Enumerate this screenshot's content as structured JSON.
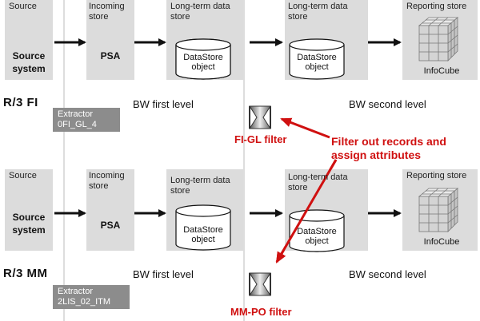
{
  "top_row": {
    "source": {
      "title": "Source",
      "main": "Source system"
    },
    "incoming": {
      "title": "Incoming store",
      "main": "PSA"
    },
    "longterm": {
      "title": "Long-term data store",
      "object": "DataStore object"
    },
    "longterm2": {
      "title": "Long-term data store",
      "object": "DataStore object"
    },
    "reporting": {
      "title": "Reporting store",
      "cube": "InfoCube"
    },
    "system_label": "R/3 FI",
    "first_level": "BW first level",
    "second_level": "BW second level",
    "extractor": "Extractor 0FI_GL_4",
    "filter": "FI-GL filter"
  },
  "bottom_row": {
    "source": {
      "title": "Source",
      "main": "Source system"
    },
    "incoming": {
      "title": "Incoming store",
      "main": "PSA"
    },
    "longterm": {
      "title": "Long-term data store",
      "object": "DataStore object"
    },
    "longterm2": {
      "title": "Long-term data store",
      "object": "DataStore object"
    },
    "reporting": {
      "title": "Reporting store",
      "cube": "InfoCube"
    },
    "system_label": "R/3 MM",
    "first_level": "BW first level",
    "second_level": "BW second level",
    "extractor": "Extractor 2LIS_02_ITM",
    "filter": "MM-PO filter"
  },
  "annotation": "Filter out records and assign attributes",
  "colors": {
    "box": "#dcdcdc",
    "extractor": "#8c8c8c",
    "accent": "#d01010"
  }
}
